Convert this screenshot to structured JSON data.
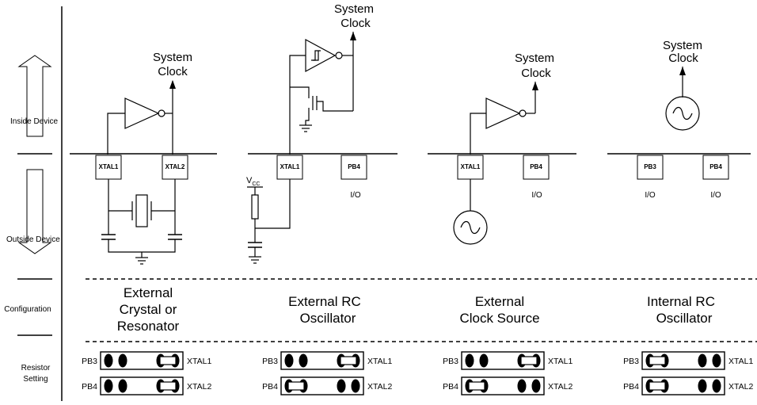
{
  "row_labels": {
    "inside": "Inside Device",
    "outside": "Outside Device",
    "configuration": "Configuration",
    "resistor_line1": "Resistor",
    "resistor_line2": "Setting"
  },
  "outputs": {
    "system_line1": "System",
    "system_line2": "Clock"
  },
  "pins": {
    "xtal1": "XTAL1",
    "xtal2": "XTAL2",
    "pb3": "PB3",
    "pb4": "PB4",
    "io": "I/O",
    "vcc_main": "V",
    "vcc_sub": "CC"
  },
  "configs": [
    {
      "line1": "External",
      "line2": "Crystal or",
      "line3": "Resonator"
    },
    {
      "line1": "External RC",
      "line2": "Oscillator"
    },
    {
      "line1": "External",
      "line2": "Clock Source"
    },
    {
      "line1": "Internal RC",
      "line2": "Oscillator"
    }
  ],
  "resistor_labels": {
    "left_top": "PB3",
    "left_bottom": "PB4",
    "right_top": "XTAL1",
    "right_bottom": "XTAL2"
  }
}
